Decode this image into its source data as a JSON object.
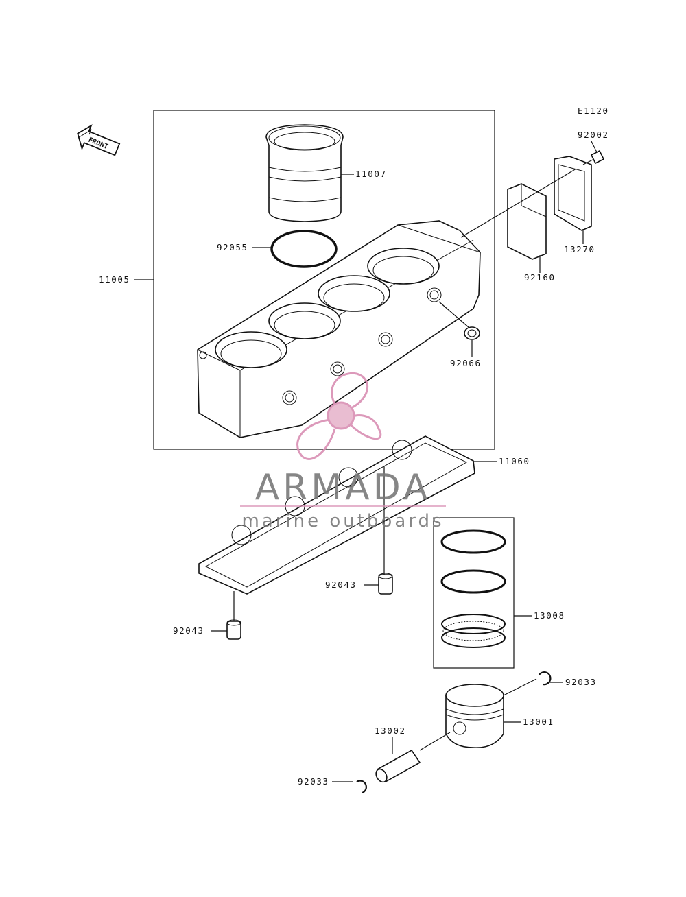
{
  "diagram_code": "E1120",
  "front_arrow_label": "FRONT",
  "callouts": [
    {
      "id": "c-11007",
      "part": "11007"
    },
    {
      "id": "c-92055",
      "part": "92055"
    },
    {
      "id": "c-11005",
      "part": "11005"
    },
    {
      "id": "c-92002",
      "part": "92002"
    },
    {
      "id": "c-13270",
      "part": "13270"
    },
    {
      "id": "c-92160",
      "part": "92160"
    },
    {
      "id": "c-92066",
      "part": "92066"
    },
    {
      "id": "c-11060",
      "part": "11060"
    },
    {
      "id": "c-92043a",
      "part": "92043"
    },
    {
      "id": "c-92043b",
      "part": "92043"
    },
    {
      "id": "c-13008",
      "part": "13008"
    },
    {
      "id": "c-92033a",
      "part": "92033"
    },
    {
      "id": "c-13001",
      "part": "13001"
    },
    {
      "id": "c-13002",
      "part": "13002"
    },
    {
      "id": "c-92033b",
      "part": "92033"
    }
  ],
  "watermark": {
    "brand": "ARMADA",
    "tagline": "marine outboards",
    "accent_color": "#d98fb3",
    "text_color": "#7a7a7a"
  }
}
